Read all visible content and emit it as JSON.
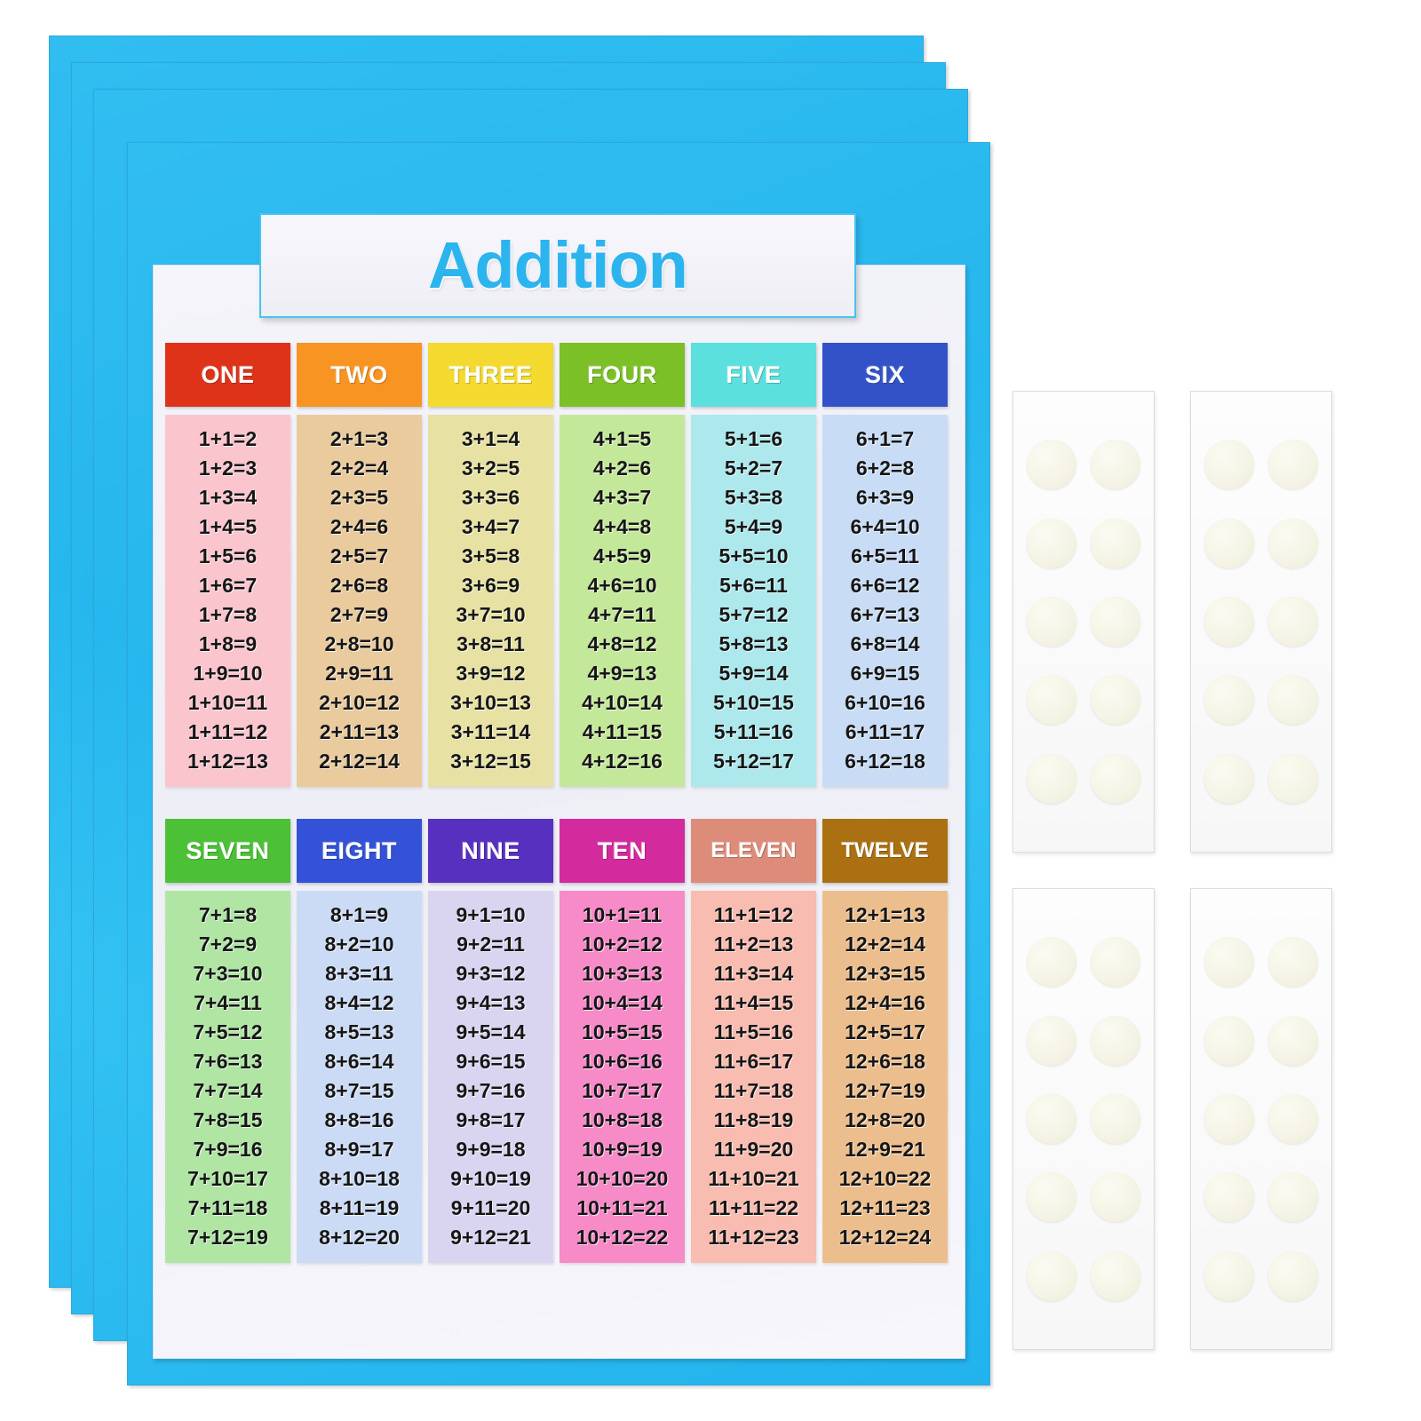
{
  "poster": {
    "title": "Addition",
    "sheet_count": 4,
    "colors": {
      "sheet_blue": "#2CBCF0",
      "title_blue": "#2CB4EE",
      "page_white": "#f2f2f8"
    }
  },
  "table": {
    "bands": [
      {
        "columns": [
          {
            "label": "ONE",
            "head_color": "#DE3318",
            "body_color": "#FBC5CE",
            "equations": [
              "1+1=2",
              "1+2=3",
              "1+3=4",
              "1+4=5",
              "1+5=6",
              "1+6=7",
              "1+7=8",
              "1+8=9",
              "1+9=10",
              "1+10=11",
              "1+11=12",
              "1+12=13"
            ]
          },
          {
            "label": "TWO",
            "head_color": "#F79422",
            "body_color": "#E9CB9E",
            "equations": [
              "2+1=3",
              "2+2=4",
              "2+3=5",
              "2+4=6",
              "2+5=7",
              "2+6=8",
              "2+7=9",
              "2+8=10",
              "2+9=11",
              "2+10=12",
              "2+11=13",
              "2+12=14"
            ]
          },
          {
            "label": "THREE",
            "head_color": "#F4D92F",
            "body_color": "#E7E2A4",
            "equations": [
              "3+1=4",
              "3+2=5",
              "3+3=6",
              "3+4=7",
              "3+5=8",
              "3+6=9",
              "3+7=10",
              "3+8=11",
              "3+9=12",
              "3+10=13",
              "3+11=14",
              "3+12=15"
            ]
          },
          {
            "label": "FOUR",
            "head_color": "#7CC028",
            "body_color": "#C4E899",
            "equations": [
              "4+1=5",
              "4+2=6",
              "4+3=7",
              "4+4=8",
              "4+5=9",
              "4+6=10",
              "4+7=11",
              "4+8=12",
              "4+9=13",
              "4+10=14",
              "4+11=15",
              "4+12=16"
            ]
          },
          {
            "label": "FIVE",
            "head_color": "#5CE0DD",
            "body_color": "#ADE8EC",
            "equations": [
              "5+1=6",
              "5+2=7",
              "5+3=8",
              "5+4=9",
              "5+5=10",
              "5+6=11",
              "5+7=12",
              "5+8=13",
              "5+9=14",
              "5+10=15",
              "5+11=16",
              "5+12=17"
            ]
          },
          {
            "label": "SIX",
            "head_color": "#3352C8",
            "body_color": "#C8DCF5",
            "equations": [
              "6+1=7",
              "6+2=8",
              "6+3=9",
              "6+4=10",
              "6+5=11",
              "6+6=12",
              "6+7=13",
              "6+8=14",
              "6+9=15",
              "6+10=16",
              "6+11=17",
              "6+12=18"
            ]
          }
        ]
      },
      {
        "columns": [
          {
            "label": "SEVEN",
            "head_color": "#4CC037",
            "body_color": "#B0E5A4",
            "equations": [
              "7+1=8",
              "7+2=9",
              "7+3=10",
              "7+4=11",
              "7+5=12",
              "7+6=13",
              "7+7=14",
              "7+8=15",
              "7+9=16",
              "7+10=17",
              "7+11=18",
              "7+12=19"
            ]
          },
          {
            "label": "EIGHT",
            "head_color": "#3352D8",
            "body_color": "#CCDBF5",
            "equations": [
              "8+1=9",
              "8+2=10",
              "8+3=11",
              "8+4=12",
              "8+5=13",
              "8+6=14",
              "8+7=15",
              "8+8=16",
              "8+9=17",
              "8+10=18",
              "8+11=19",
              "8+12=20"
            ]
          },
          {
            "label": "NINE",
            "head_color": "#5830C0",
            "body_color": "#D9D5F1",
            "equations": [
              "9+1=10",
              "9+2=11",
              "9+3=12",
              "9+4=13",
              "9+5=14",
              "9+6=15",
              "9+7=16",
              "9+8=17",
              "9+9=18",
              "9+10=19",
              "9+11=20",
              "9+12=21"
            ]
          },
          {
            "label": "TEN",
            "head_color": "#D32A9E",
            "body_color": "#F78BC8",
            "equations": [
              "10+1=11",
              "10+2=12",
              "10+3=13",
              "10+4=14",
              "10+5=15",
              "10+6=16",
              "10+7=17",
              "10+8=18",
              "10+9=19",
              "10+10=20",
              "10+11=21",
              "10+12=22"
            ]
          },
          {
            "label": "ELEVEN",
            "head_color": "#DD8C7A",
            "body_color": "#F9BCB0",
            "equations": [
              "11+1=12",
              "11+2=13",
              "11+3=14",
              "11+4=15",
              "11+5=16",
              "11+6=17",
              "11+7=18",
              "11+8=19",
              "11+9=20",
              "11+10=21",
              "11+11=22",
              "11+12=23"
            ]
          },
          {
            "label": "TWELVE",
            "head_color": "#AA7011",
            "body_color": "#EDBE8D",
            "equations": [
              "12+1=13",
              "12+2=14",
              "12+3=15",
              "12+4=16",
              "12+5=17",
              "12+6=18",
              "12+7=19",
              "12+8=20",
              "12+9=21",
              "12+10=22",
              "12+11=23",
              "12+12=24"
            ]
          }
        ]
      }
    ]
  },
  "stickers": {
    "sheet_count": 4,
    "rows_per_sheet": 5,
    "dots_per_row": 2,
    "dot_color": "#F5F4E6"
  }
}
